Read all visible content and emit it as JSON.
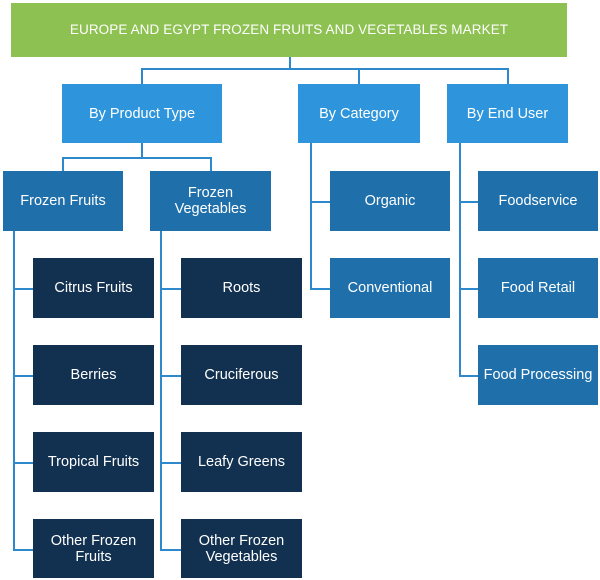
{
  "title": "EUROPE AND EGYPT FROZEN FRUITS AND VEGETABLES MARKET",
  "segments": {
    "product_type": {
      "label": "By Product Type",
      "fruits": {
        "label": "Frozen Fruits",
        "items": [
          "Citrus Fruits",
          "Berries",
          "Tropical Fruits",
          "Other Frozen\nFruits"
        ]
      },
      "vegetables": {
        "label": "Frozen Vegetables",
        "items": [
          "Roots",
          "Cruciferous",
          "Leafy Greens",
          "Other Frozen\nVegetables"
        ]
      }
    },
    "category": {
      "label": "By Category",
      "items": [
        "Organic",
        "Conventional"
      ]
    },
    "end_user": {
      "label": "By End User",
      "items": [
        "Foodservice",
        "Food Retail",
        "Food Processing"
      ]
    }
  }
}
